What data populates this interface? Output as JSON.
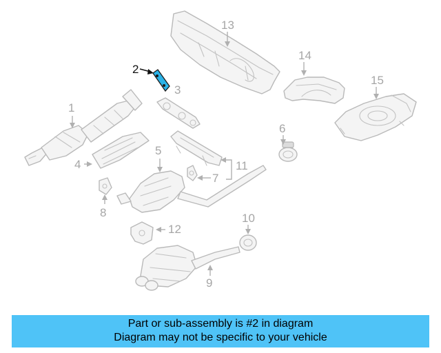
{
  "diagram": {
    "highlight_color": "#2bb3e8",
    "callouts": {
      "c1": "1",
      "c2": "2",
      "c3": "3",
      "c4": "4",
      "c5": "5",
      "c6": "6",
      "c7": "7",
      "c8": "8",
      "c9": "9",
      "c10": "10",
      "c11": "11",
      "c12": "12",
      "c13": "13",
      "c14": "14",
      "c15": "15"
    }
  },
  "banner": {
    "background": "#4fc3f7",
    "line1": "Part or sub-assembly is #2 in diagram",
    "line2": "Diagram may not be specific to your vehicle"
  }
}
